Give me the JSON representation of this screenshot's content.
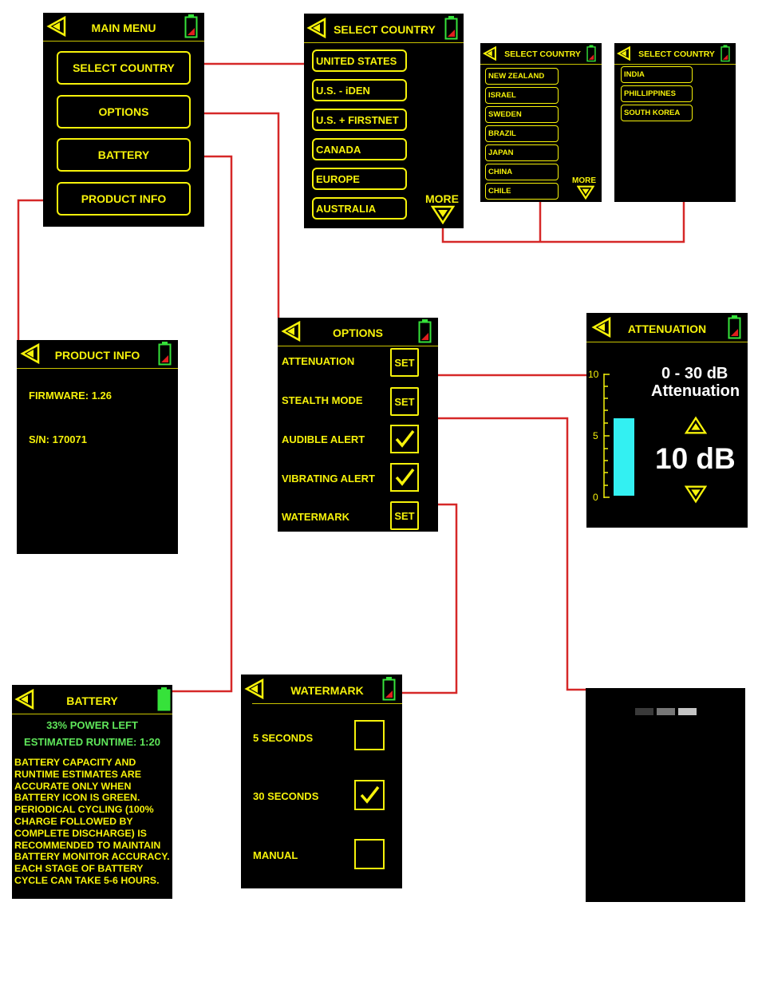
{
  "colors": {
    "accent": "#f6f20a",
    "connector": "#d62828",
    "battery_green": "#36e23a",
    "bar_cyan": "#33f0f2",
    "screen_bg": "#000000"
  },
  "main_menu": {
    "title": "MAIN MENU",
    "buttons": [
      "SELECT COUNTRY",
      "OPTIONS",
      "BATTERY",
      "PRODUCT INFO"
    ]
  },
  "select_country_1": {
    "title": "SELECT COUNTRY",
    "countries": [
      "UNITED STATES",
      "U.S. - iDEN",
      "U.S. + FIRSTNET",
      "CANADA",
      "EUROPE",
      "AUSTRALIA"
    ],
    "more": "MORE"
  },
  "select_country_2": {
    "title": "SELECT COUNTRY",
    "countries": [
      "NEW ZEALAND",
      "ISRAEL",
      "SWEDEN",
      "BRAZIL",
      "JAPAN",
      "CHINA",
      "CHILE"
    ],
    "more": "MORE"
  },
  "select_country_3": {
    "title": "SELECT COUNTRY",
    "countries": [
      "INDIA",
      "PHILLIPPINES",
      "SOUTH KOREA"
    ]
  },
  "product_info": {
    "title": "PRODUCT INFO",
    "firmware": "FIRMWARE: 1.26",
    "serial": "S/N: 170071"
  },
  "options": {
    "title": "OPTIONS",
    "rows": [
      {
        "label": "ATTENUATION",
        "control": "SET"
      },
      {
        "label": "STEALTH MODE",
        "control": "SET"
      },
      {
        "label": "AUDIBLE ALERT",
        "control": "checked"
      },
      {
        "label": "VIBRATING ALERT",
        "control": "checked"
      },
      {
        "label": "WATERMARK",
        "control": "SET"
      }
    ]
  },
  "attenuation": {
    "title": "ATTENUATION",
    "range_line1": "0 - 30 dB",
    "range_line2": "Attenuation",
    "value": "10 dB",
    "scale_ticks": [
      "10",
      "5",
      "0"
    ],
    "level_fraction": 0.62
  },
  "battery": {
    "title": "BATTERY",
    "power_left": "33% POWER LEFT",
    "runtime": "ESTIMATED RUNTIME: 1:20",
    "note": "BATTERY CAPACITY AND RUNTIME ESTIMATES ARE ACCURATE ONLY WHEN BATTERY ICON IS GREEN. PERIODICAL CYCLING (100% CHARGE FOLLOWED BY COMPLETE DISCHARGE) IS RECOMMENDED TO MAINTAIN BATTERY MONITOR ACCURACY. EACH STAGE OF BATTERY CYCLE CAN TAKE 5-6 HOURS."
  },
  "watermark": {
    "title": "WATERMARK",
    "options": [
      {
        "label": "5 SECONDS",
        "checked": false
      },
      {
        "label": "30 SECONDS",
        "checked": true
      },
      {
        "label": "MANUAL",
        "checked": false
      }
    ]
  }
}
